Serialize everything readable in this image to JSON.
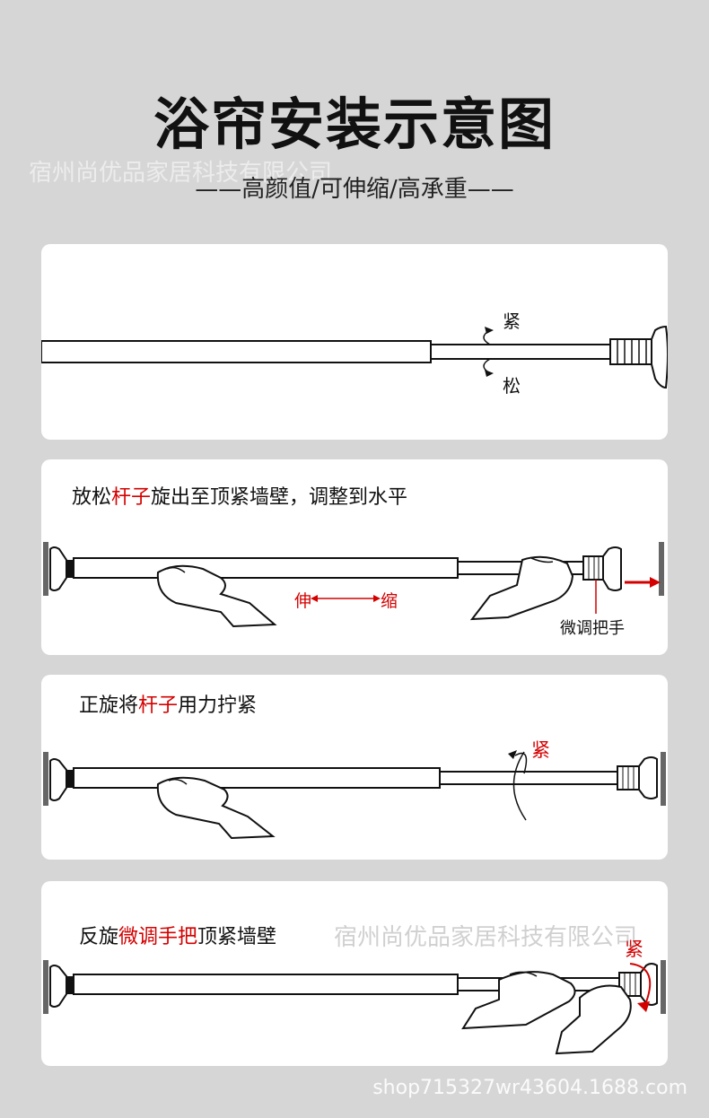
{
  "header": {
    "title": "浴帘安装示意图",
    "subtitle": "——高颜值/可伸缩/高承重——"
  },
  "watermarks": {
    "top": "宿州尚优品家居科技有限公司",
    "mid": "宿州尚优品家居科技有限公司",
    "bottom": "shop715327wr43604.1688.com"
  },
  "panel1": {
    "tight": "紧",
    "loose": "松"
  },
  "panel2": {
    "cap_a": "放松",
    "cap_b": "杆子",
    "cap_c": "旋出至顶紧墙壁，调整到水平",
    "extend": "伸",
    "retract": "缩",
    "handle": "微调把手"
  },
  "panel3": {
    "cap_a": "正旋将",
    "cap_b": "杆子",
    "cap_c": "用力拧紧",
    "tight": "紧"
  },
  "panel4": {
    "cap_a": "反旋",
    "cap_b": "微调手把",
    "cap_c": "顶紧墙壁",
    "tight": "紧"
  },
  "colors": {
    "accent": "#d40000",
    "background": "#d6d6d6",
    "card": "#ffffff"
  }
}
